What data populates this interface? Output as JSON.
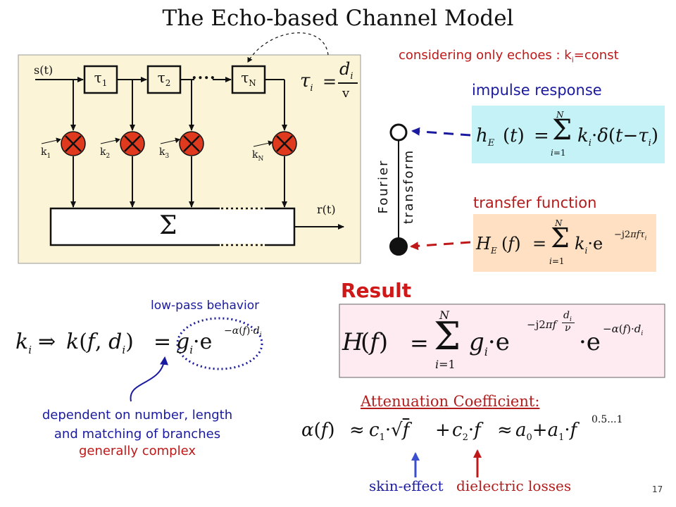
{
  "title": "The Echo-based Channel Model",
  "note_echoes": "considering only echoes : k",
  "note_echoes_sub": "i",
  "note_echoes_tail": "=const",
  "impulse_response_label": "impulse response",
  "transfer_function_label": "transfer function",
  "fourier_label_1": "Fourier",
  "fourier_label_2": "transform",
  "result_label": "Result",
  "lowpass_label": "low-pass behavior",
  "dependent_label_1": "dependent on number, length",
  "dependent_label_2": "and matching of branches",
  "complex_label": "generally complex",
  "attenuation_label": "Attenuation Coefficient:",
  "skin_effect_label": "skin-effect",
  "dielectric_label": "dielectric losses",
  "page_number": "17",
  "diagram": {
    "input_label": "s(t)",
    "output_label": "r(t)",
    "sum_symbol": "Σ",
    "delays": [
      "τ1",
      "τ2",
      "τN"
    ],
    "delay_base": "τ",
    "delay_subs": [
      "1",
      "2",
      "N"
    ],
    "ellipsis": "....",
    "gains": [
      "k1",
      "k2",
      "k3",
      "kN"
    ],
    "gain_base": "k",
    "gain_subs": [
      "1",
      "2",
      "3",
      "N"
    ]
  },
  "formulas": {
    "tau": "τi = di / v",
    "impulse": "hE(t) = Σ_{i=1}^{N} ki·δ(t − τi)",
    "transfer": "HE(f) = Σ_{i=1}^{N} ki·e^{−j2πfτi}",
    "k_dependence": "ki ⇒ k(f, di) = gi · e^{−α(f)·di}",
    "result": "H(f) = Σ_{i=1}^{N} gi · e^{−j2πf·di/ν} · e^{−α(f)·di}",
    "attenuation": "α(f) ≈ c1·√f + c2·f ≈ a0 + a1·f^{0.5...1}"
  },
  "colors": {
    "diagram_bg": "#fbf4d7",
    "impulse_bg": "#c4f2f6",
    "transfer_bg": "#ffe0c2",
    "result_bg": "#fdebf1",
    "multiplier_red": "#e03a1e",
    "blue": "#1a1aa0",
    "red": "#c01818"
  }
}
